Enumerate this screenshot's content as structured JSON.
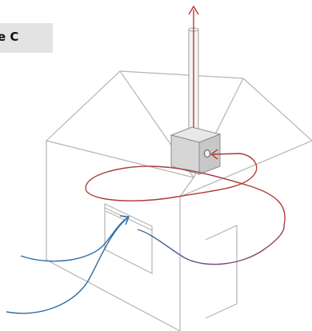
{
  "label": {
    "text": "e C"
  },
  "colors": {
    "outline": "#b4b4b4",
    "box_front": "#d7d7d7",
    "box_top": "#e8e8e8",
    "box_side": "#c2c2c2",
    "exhaust": "#c0392b",
    "intake": "#2e6da4",
    "duct_mid": "#7a4a73"
  },
  "icons": [
    "house-outline",
    "ventilation-unit",
    "exhaust-arrow",
    "intake-arrow",
    "duct-loop"
  ]
}
